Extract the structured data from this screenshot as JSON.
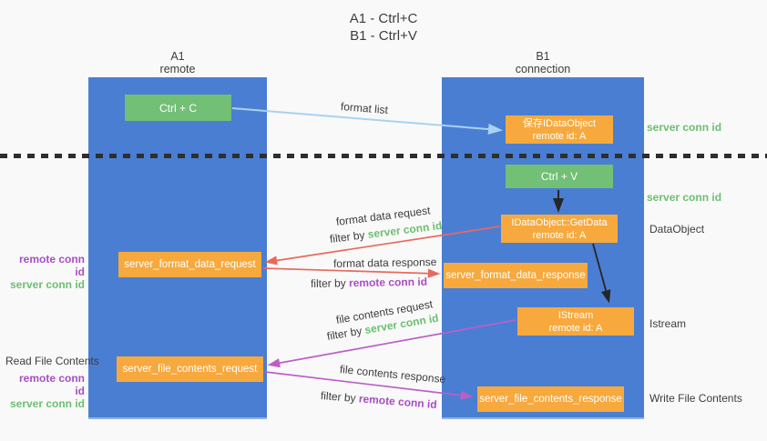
{
  "title": {
    "line1": "A1 - Ctrl+C",
    "line2": "B1 - Ctrl+V"
  },
  "columns": {
    "left": {
      "name": "A1",
      "role": "remote"
    },
    "right": {
      "name": "B1",
      "role": "connection"
    }
  },
  "nodes": {
    "ctrl_c": "Ctrl + C",
    "ctrl_v": "Ctrl + V",
    "save_idataobject_line1": "保存IDataObject",
    "save_idataobject_line2": "remote id: A",
    "getdata_line1": "IDataObject::GetData",
    "getdata_line2": "remote id: A",
    "istream_line1": "IStream",
    "istream_line2": "remote id: A",
    "format_request": "server_format_data_request",
    "format_response": "server_format_data_response",
    "file_request": "server_file_contents_request",
    "file_response": "server_file_contents_response"
  },
  "labels": {
    "format_list": "format list",
    "format_data_request": "format data request",
    "format_data_response": "format data response",
    "file_contents_request": "file contents request",
    "file_contents_response": "file contents response",
    "filter_by": "filter by ",
    "server_conn_id": "server conn id",
    "remote_conn_id": "remote conn id",
    "dataobject": "DataObject",
    "istream_side": "Istream",
    "read_file_contents": "Read File Contents",
    "write_file_contents": "Write File Contents"
  },
  "colors": {
    "background": "#f9f9f9",
    "column_blue": "#4a7ed2",
    "box_green": "#72bf76",
    "box_orange": "#f7a93d",
    "arrow_light_blue": "#a8d2f0",
    "arrow_red": "#e8695e",
    "arrow_magenta": "#bb5fc7",
    "arrow_black": "#262626",
    "label_green": "#6cbf70",
    "label_purple": "#a94ec4",
    "text_dark": "#3d3d3d"
  }
}
